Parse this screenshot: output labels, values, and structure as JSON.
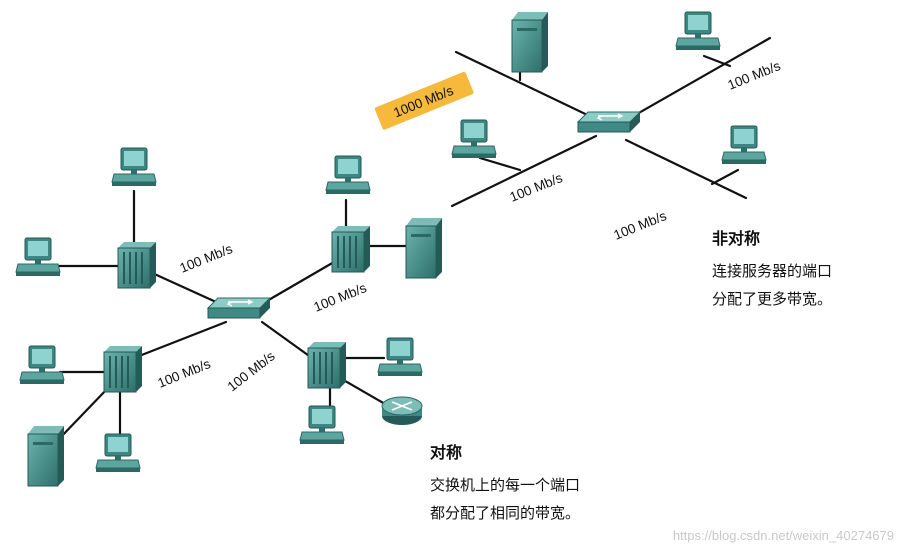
{
  "highlight_label": "1000 Mb/s",
  "speed_label": "100 Mb/s",
  "asymmetric": {
    "title": "非对称",
    "lines": [
      "连接服务器的端口",
      "分配了更多带宽。"
    ]
  },
  "symmetric": {
    "title": "对称",
    "lines": [
      "交换机上的每一个端口",
      "都分配了相同的带宽。"
    ]
  },
  "watermark": "https://blog.csdn.net/weixin_40274679",
  "colors": {
    "device": "#3f8a86",
    "device_dark": "#2c6965",
    "screen": "#8fd2cf",
    "highlight": "#f6b93b"
  }
}
